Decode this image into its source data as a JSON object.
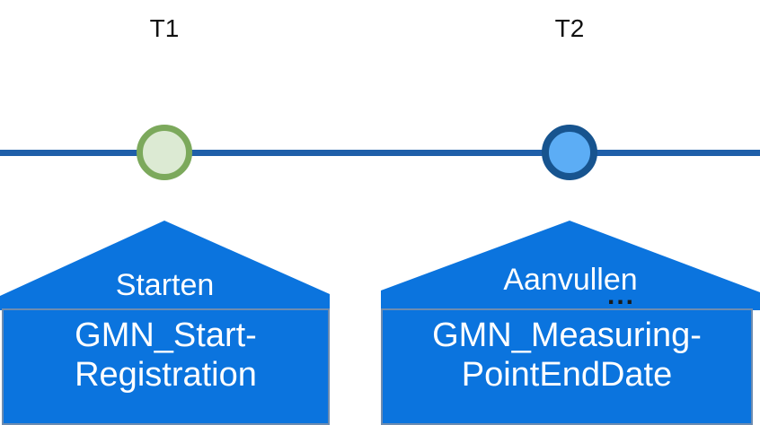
{
  "diagram": {
    "type": "timeline-lifecycle",
    "background": "#ffffff",
    "timeline": {
      "line_color": "#1F5FA9",
      "ticks": [
        {
          "id": "t1",
          "label": "T1",
          "node_icon": "timeline-node-green",
          "node_fill": "#DCEAD3",
          "node_ring": "#7CA95C"
        },
        {
          "id": "t2",
          "label": "T2",
          "node_icon": "timeline-node-blue",
          "node_fill": "#5CADF5",
          "node_ring": "#17548F"
        }
      ]
    },
    "banners": [
      {
        "id": "start",
        "title": "Starten",
        "ellipsis": "",
        "box_line_1": "GMN_Start-",
        "box_line_2": "Registration",
        "fill": "#0B74DE",
        "border": "#6E8CB0",
        "text_color": "#ffffff"
      },
      {
        "id": "aanvullen",
        "title": "Aanvullen",
        "ellipsis": "...",
        "box_line_1": "GMN_Measuring-",
        "box_line_2": "PointEndDate",
        "fill": "#0B74DE",
        "border": "#6E8CB0",
        "text_color": "#ffffff"
      }
    ]
  }
}
